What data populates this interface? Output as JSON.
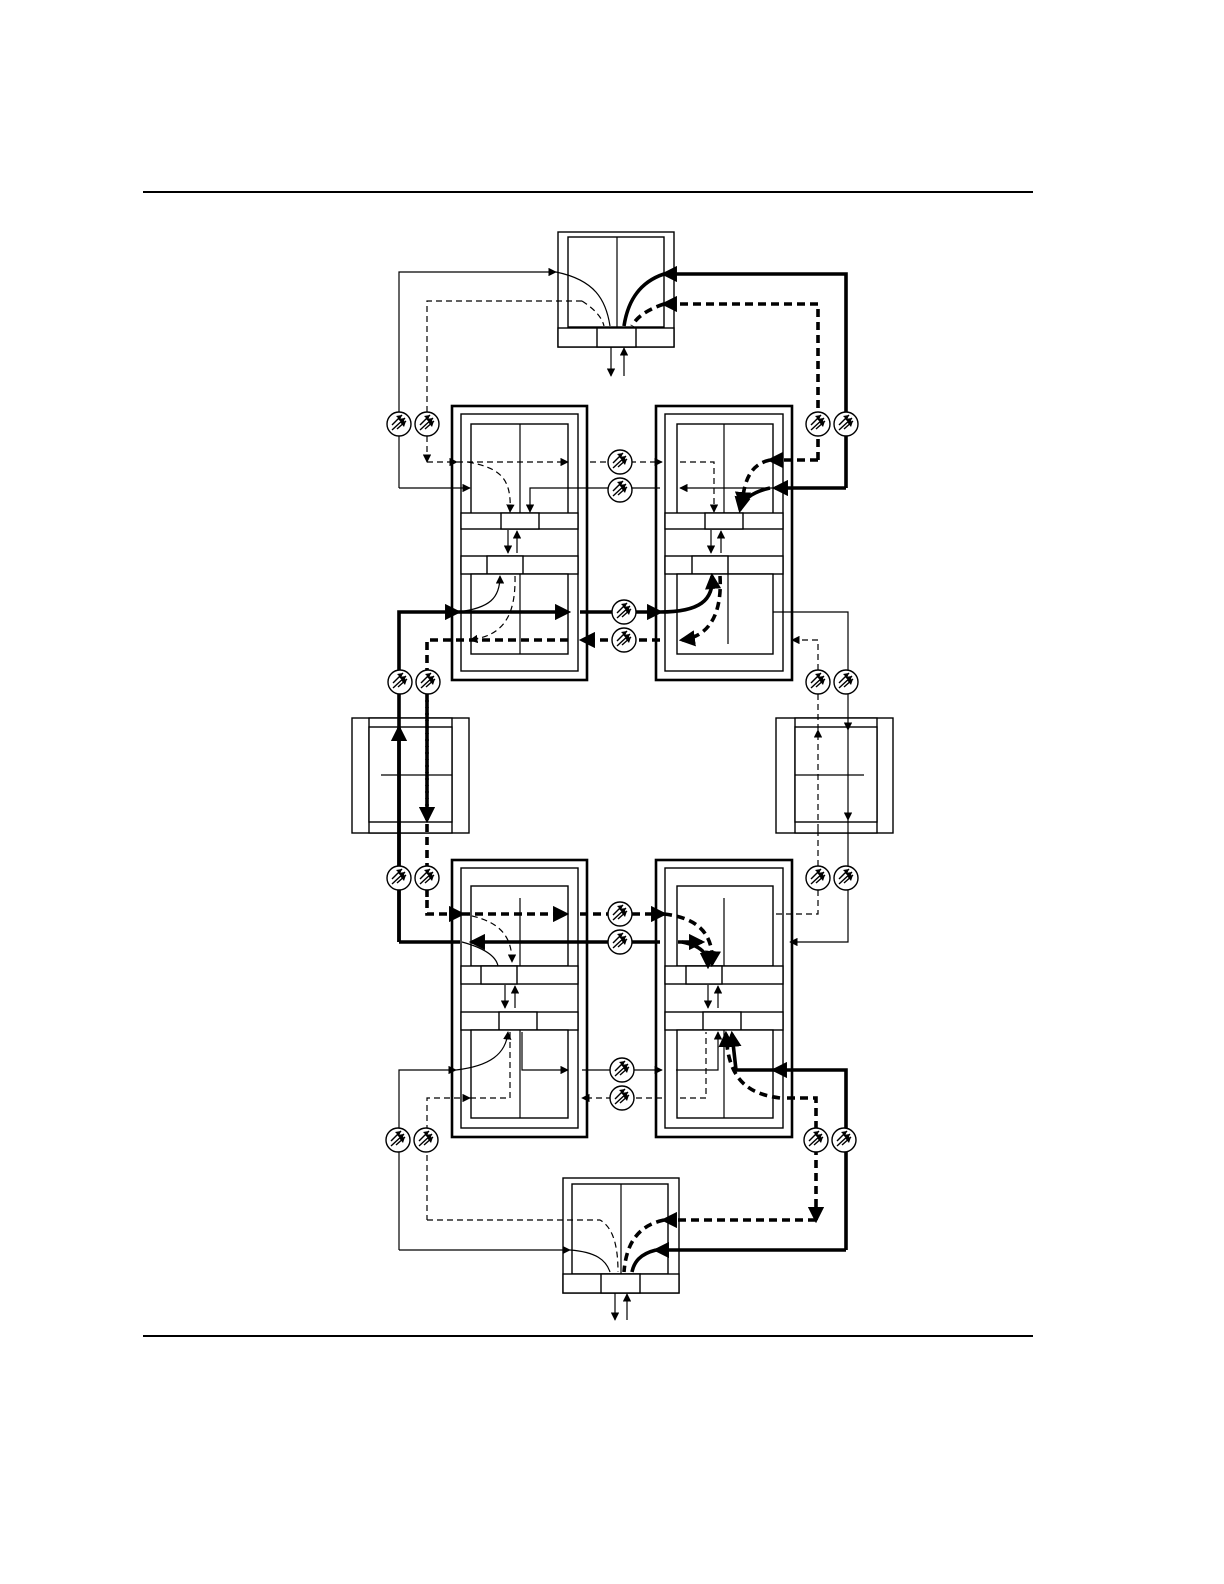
{
  "diagram": {
    "colors": {
      "ink": "#000000",
      "paper": "#ffffff"
    },
    "nodes": [
      {
        "id": "top-node",
        "kind": "endpoint"
      },
      {
        "id": "node-a",
        "kind": "dual-card-chassis"
      },
      {
        "id": "node-b",
        "kind": "dual-card-chassis"
      },
      {
        "id": "left-repeater",
        "kind": "pass-through"
      },
      {
        "id": "right-repeater",
        "kind": "pass-through"
      },
      {
        "id": "node-c",
        "kind": "dual-card-chassis"
      },
      {
        "id": "node-d",
        "kind": "dual-card-chassis"
      },
      {
        "id": "bottom-node",
        "kind": "endpoint"
      }
    ],
    "links": [
      {
        "from": "top-node",
        "to": "node-a",
        "style": "thin"
      },
      {
        "from": "top-node",
        "to": "node-b",
        "style": "bold"
      },
      {
        "from": "node-a",
        "to": "node-b",
        "style": "mixed"
      },
      {
        "from": "node-a",
        "to": "left-repeater",
        "style": "bold"
      },
      {
        "from": "node-b",
        "to": "right-repeater",
        "style": "thin"
      },
      {
        "from": "left-repeater",
        "to": "node-c",
        "style": "bold"
      },
      {
        "from": "right-repeater",
        "to": "node-d",
        "style": "thin"
      },
      {
        "from": "node-c",
        "to": "node-d",
        "style": "mixed"
      },
      {
        "from": "node-c",
        "to": "bottom-node",
        "style": "thin"
      },
      {
        "from": "node-d",
        "to": "bottom-node",
        "style": "bold"
      }
    ],
    "legend": {
      "line_styles": [
        "thin-solid",
        "thin-dashed",
        "bold-solid",
        "bold-dashed"
      ]
    },
    "icons": [
      "amplifier-icon"
    ]
  }
}
